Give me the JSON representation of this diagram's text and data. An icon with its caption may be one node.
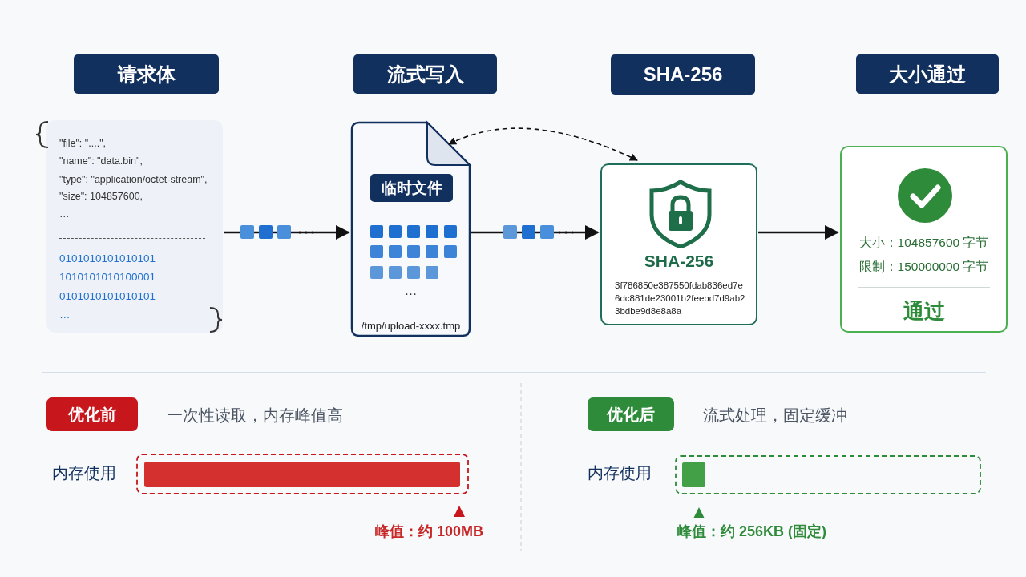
{
  "diagram": {
    "nodes": [
      {
        "text": [
          "请求体"
        ]
      },
      {
        "text": [
          "流式写入"
        ]
      },
      {
        "text": [
          "SHA-256"
        ]
      },
      {
        "text": [
          "大小通过"
        ]
      },
      {
        "text": [
          "\"file\":  \"....\",",
          "\"name\":  \"data.bin\",",
          "\"type\":  \"application/octet-stream\",",
          "\"size\":  104857600,",
          "…",
          "0101010101010101",
          "1010101010100001",
          "0101010101010101",
          "…"
        ]
      },
      {
        "text": [
          "…",
          "/tmp/upload-xxxx.tmp"
        ]
      },
      {
        "text": [
          "临时文件"
        ],
        "in": 5
      },
      {
        "text": [
          "SHA-256",
          "3f786850e387550fdab836ed7e6dc881de23001b2feebd7d9ab23bdbe9d8e8a8a"
        ]
      },
      {
        "text": [
          "大小：104857600 字节",
          "限制：150000000 字节",
          "通过"
        ]
      },
      {
        "text": [
          "优化前"
        ],
        "beside": [
          "一次性读取，内存峰值高"
        ]
      },
      {
        "text": [
          "优化后"
        ],
        "beside": [
          "流式处理，固定缓冲"
        ]
      }
    ],
    "edges": [
      {
        "from": 4,
        "to": 5,
        "arrow": "to"
      },
      {
        "from": 5,
        "to": 7,
        "arrow": "to"
      },
      {
        "from": 5,
        "to": 7,
        "arrow": "both",
        "style": "dashed"
      },
      {
        "from": 7,
        "to": 8,
        "arrow": "to"
      }
    ],
    "labels": [
      "内存使用",
      "峰值：约 100MB",
      "内存使用",
      "峰值：约 256KB (固定)"
    ]
  }
}
